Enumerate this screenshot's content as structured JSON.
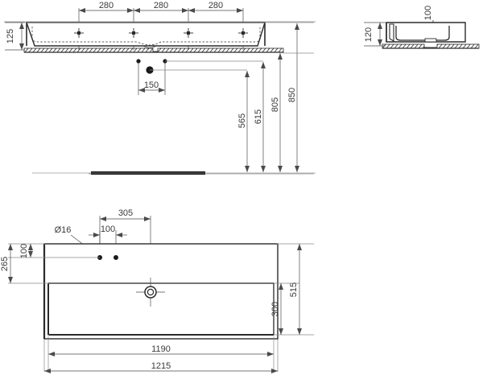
{
  "drawing": {
    "type": "technical-dimension-drawing",
    "subject": "wall-hung washbasin",
    "units": "mm",
    "line_color": "#2b2b2b",
    "dimension_color": "#4a4a4a",
    "text_color": "#3a3a3a",
    "background": "#ffffff"
  },
  "views": {
    "front_elevation": {
      "name": "front-elevation-view",
      "tap_spacings": [
        "280",
        "280",
        "280"
      ],
      "basin_height": "125",
      "offset_150": "150",
      "vertical_dimensions": [
        "565",
        "615",
        "805",
        "850"
      ]
    },
    "side_elevation": {
      "name": "side-elevation-view",
      "depth_height": "120",
      "inner_height": "100"
    },
    "plan": {
      "name": "plan-view",
      "hole_diameter": "Ø16",
      "dim_305": "305",
      "dim_100_top": "100",
      "dim_100_left": "100",
      "dim_265": "265",
      "dim_300": "300",
      "dim_515": "515",
      "dim_1190": "1190",
      "dim_1215": "1215"
    }
  },
  "labels": {
    "d280_a": "280",
    "d280_b": "280",
    "d280_c": "280",
    "d125": "125",
    "d150": "150",
    "d565": "565",
    "d615": "615",
    "d805": "805",
    "d850": "850",
    "d120": "120",
    "d100_side": "100",
    "d305": "305",
    "d100_top": "100",
    "dia16": "Ø16",
    "d265": "265",
    "d100_left": "100",
    "d300": "300",
    "d515": "515",
    "d1190": "1190",
    "d1215": "1215"
  }
}
